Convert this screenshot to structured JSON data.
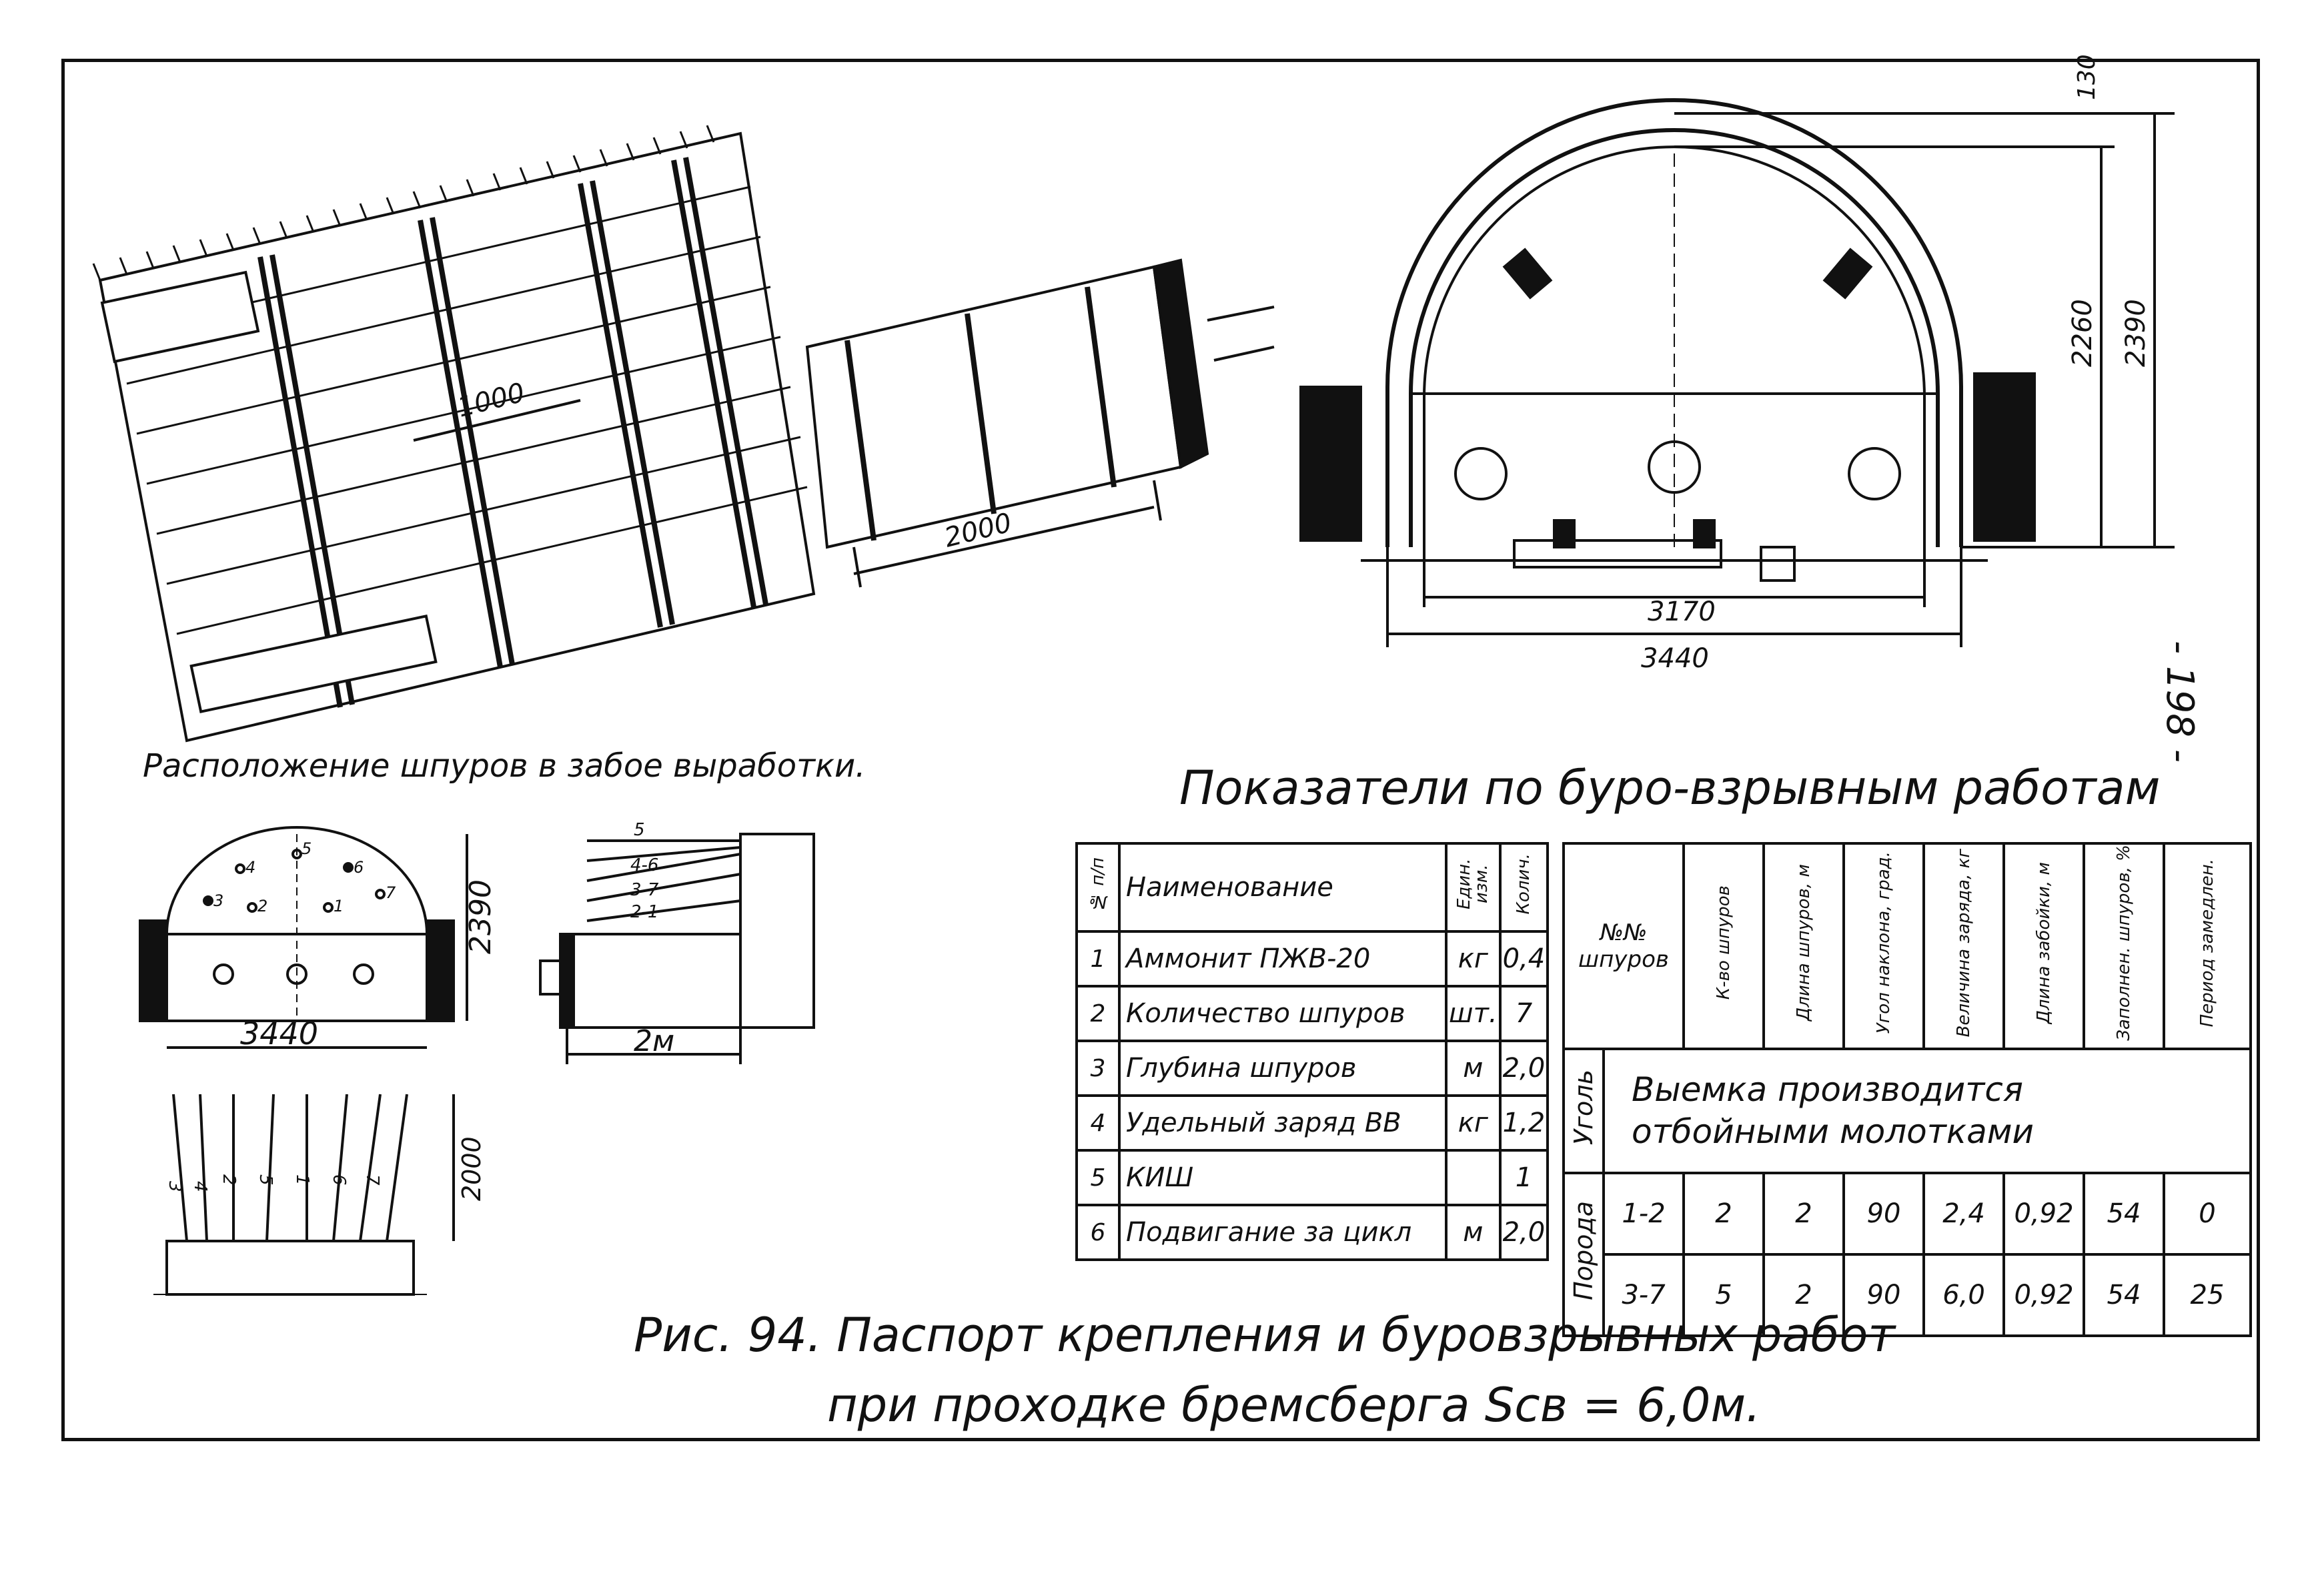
{
  "drawing": {
    "plan_dims": {
      "span_label": "1000",
      "step_label": "2000"
    },
    "section_dims": {
      "top_label": "130",
      "inner_height": "2260",
      "outer_height": "2390",
      "inner_width": "3170",
      "outer_width": "3440"
    },
    "face_dims": {
      "height": "2390",
      "width": "3440",
      "hole_labels": [
        "4",
        "5",
        "6",
        "3",
        "2",
        "1",
        "7"
      ]
    },
    "side_dims": {
      "layer_labels": [
        "5",
        "4-6",
        "3-7",
        "2-1"
      ],
      "depth": "2м"
    },
    "bottom_dims": {
      "height": "2000",
      "hole_labels": [
        "3",
        "4",
        "2",
        "5",
        "1",
        "6",
        "7"
      ]
    }
  },
  "texts": {
    "holes_title": "Расположение шпуров в забое выработки.",
    "indicators_title": "Показатели по буро-взрывным работам",
    "caption_line1": "Рис. 94. Паспорт крепления и буровзрывных работ",
    "caption_line2": "при проходке бремсберга  Sсв = 6,0м.",
    "page_number": "- 198 -"
  },
  "materials_table": {
    "headers": {
      "num": "№ п/п",
      "name": "Наименование",
      "unit": "Един. изм.",
      "qty": "Колич."
    },
    "rows": [
      {
        "num": "1",
        "name": "Аммонит ПЖВ-20",
        "unit": "кг",
        "qty": "0,4"
      },
      {
        "num": "2",
        "name": "Количество шпуров",
        "unit": "шт.",
        "qty": "7"
      },
      {
        "num": "3",
        "name": "Глубина шпуров",
        "unit": "м",
        "qty": "2,0"
      },
      {
        "num": "4",
        "name": "Удельный заряд ВВ",
        "unit": "кг",
        "qty": "1,2"
      },
      {
        "num": "5",
        "name": "КИШ",
        "unit": "",
        "qty": "1"
      },
      {
        "num": "6",
        "name": "Подвигание за цикл",
        "unit": "м",
        "qty": "2,0"
      }
    ]
  },
  "holes_table": {
    "headers": [
      "№№ шпуров",
      "К-во шпуров",
      "Длина шпуров, м",
      "Угол наклона, град.",
      "Величина заряда, кг",
      "Длина забойки, м",
      "Заполнен. шпуров, %",
      "Период замедлен."
    ],
    "coal_label": "Уголь",
    "coal_text_1": "Выемка производится",
    "coal_text_2": "отбойными молотками",
    "rock_label": "Порода",
    "rows": [
      [
        "1-2",
        "2",
        "2",
        "90",
        "2,4",
        "0,92",
        "54",
        "0"
      ],
      [
        "3-7",
        "5",
        "2",
        "90",
        "6,0",
        "0,92",
        "54",
        "25"
      ]
    ]
  }
}
